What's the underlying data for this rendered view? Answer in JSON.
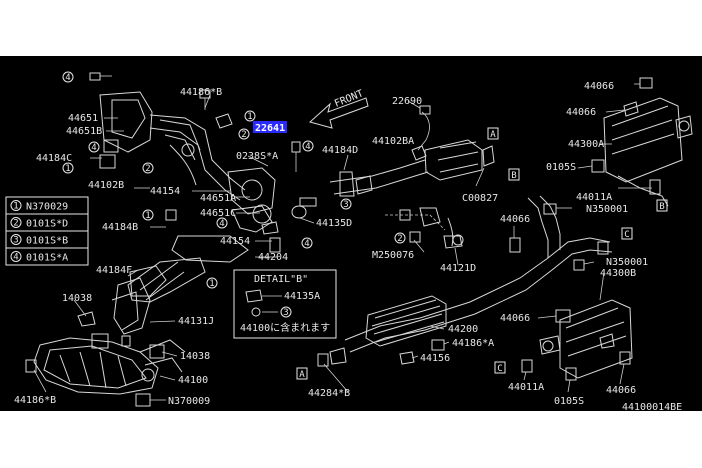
{
  "callouts": {
    "c1": "1",
    "c2": "2",
    "c3": "3",
    "c4": "4",
    "A": "A",
    "B": "B",
    "C": "C"
  },
  "legend": [
    {
      "num": "1",
      "code": "N370029"
    },
    {
      "num": "2",
      "code": "0101S*D"
    },
    {
      "num": "3",
      "code": "0101S*B"
    },
    {
      "num": "4",
      "code": "0101S*A"
    }
  ],
  "detail": {
    "title": "DETAIL\"B\"",
    "part1": "44135A",
    "note": "44100に含まれます"
  },
  "front_label": "FRONT",
  "highlight": {
    "code": "22641",
    "color": "#2a2aff"
  },
  "labels": {
    "p44186B_top": "44186*B",
    "p44651": "44651",
    "p44651B": "44651B",
    "p44184C": "44184C",
    "p44102B_left": "44102B",
    "p44154_a": "44154",
    "p44651A": "44651A",
    "p44651C": "44651C",
    "p44184B": "44184B",
    "p44154_b": "44154",
    "p44204": "44204",
    "p0238S": "0238S*A",
    "p22690": "22690",
    "p44102BA": "44102BA",
    "p44184D": "44184D",
    "p44135D": "44135D",
    "pC00827": "C00827",
    "pM250076": "M250076",
    "p44121D": "44121D",
    "p44184F": "44184F",
    "p14038_a": "14038",
    "p44131J": "44131J",
    "p14038_b": "14038",
    "p44100": "44100",
    "p44186B_bot": "44186*B",
    "pN370009": "N370009",
    "p44066_a": "44066",
    "p44066_b": "44066",
    "p44300A": "44300A",
    "p0105S_a": "0105S",
    "p44011A_a": "44011A",
    "pN350001_a": "N350001",
    "p44066_c": "44066",
    "pN350001_b": "N350001",
    "p44300B": "44300B",
    "p44200": "44200",
    "p44186A": "44186*A",
    "p44156": "44156",
    "p44284B": "44284*B",
    "p44066_d": "44066",
    "p44011A_b": "44011A",
    "p0105S_b": "0105S",
    "p44066_e": "44066",
    "p_ref": "44100014BE"
  }
}
